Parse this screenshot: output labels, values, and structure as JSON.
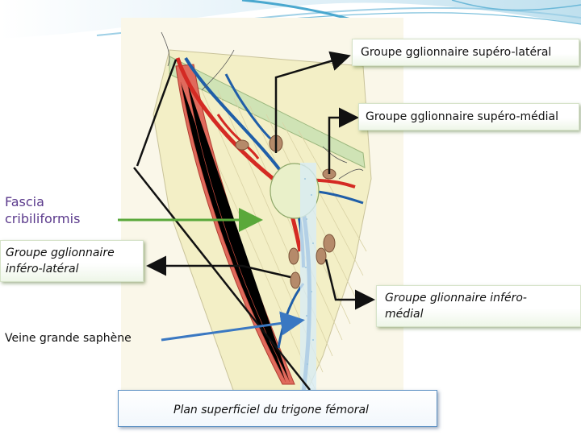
{
  "labels": {
    "superolateral": "Groupe gglionnaire supéro-latéral",
    "superomedial": "Groupe gglionnaire supéro-médial",
    "fascia_line1": "Fascia",
    "fascia_line2": "cribiliformis",
    "inferolateral_line1": "Groupe gglionnaire",
    "inferolateral_line2": "inféro-latéral",
    "inferomedial_line1": "Groupe glionnaire inféro-",
    "inferomedial_line2": "médial",
    "veine": "Veine grande saphène",
    "bottom_caption": "Plan superficiel du trigone fémoral"
  },
  "colors": {
    "artery": "#d42a23",
    "vein": "#1f5ea8",
    "lymph_node": "#b58a6a",
    "fascia_arrow": "#5aa83a",
    "veine_arrow": "#3a78c2",
    "pointer": "#111111",
    "muscle": "#e06a5c",
    "tissue": "#f3efc6"
  }
}
